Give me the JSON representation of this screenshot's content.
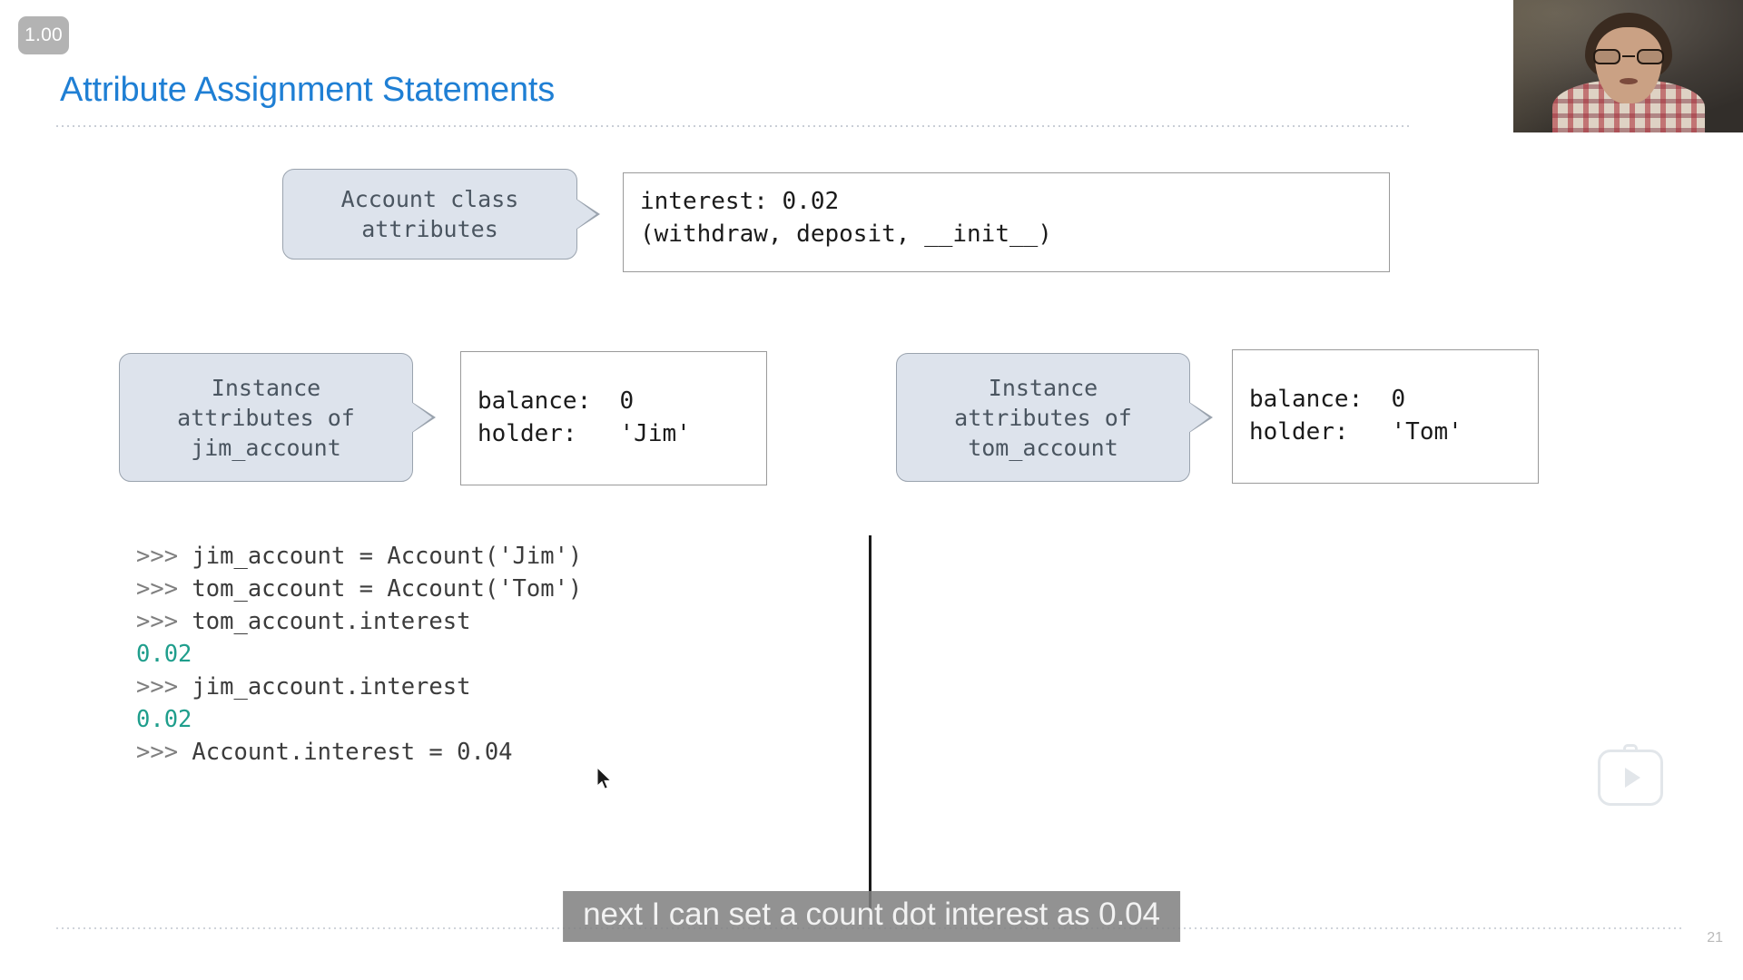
{
  "player": {
    "speed_badge": "1.00",
    "page_number": "21",
    "play_icon": "play-replay-icon"
  },
  "slide": {
    "title": "Attribute Assignment Statements",
    "title_color": "#1f7fd4",
    "class_callout": "Account class\nattributes",
    "class_frame": "interest: 0.02\n(withdraw, deposit, __init__)",
    "instances": [
      {
        "callout": "Instance\nattributes of\njim_account",
        "frame": "balance:  0\nholder:   'Jim'"
      },
      {
        "callout": "Instance\nattributes of\ntom_account",
        "frame": "balance:  0\nholder:   'Tom'"
      }
    ],
    "repl": [
      {
        "prompt": ">>> ",
        "text": "jim_account = Account('Jim')",
        "kind": "code"
      },
      {
        "prompt": ">>> ",
        "text": "tom_account = Account('Tom')",
        "kind": "code"
      },
      {
        "prompt": ">>> ",
        "text": "tom_account.interest",
        "kind": "code"
      },
      {
        "prompt": "",
        "text": "0.02",
        "kind": "out"
      },
      {
        "prompt": ">>> ",
        "text": "jim_account.interest",
        "kind": "code"
      },
      {
        "prompt": "",
        "text": "0.02",
        "kind": "out"
      },
      {
        "prompt": ">>> ",
        "text": "Account.interest = 0.04",
        "kind": "code"
      }
    ],
    "output_color": "#1f9e8c",
    "prompt_color": "#7f7f7f"
  },
  "caption": {
    "text": "next I can set a count dot interest as 0.04"
  }
}
